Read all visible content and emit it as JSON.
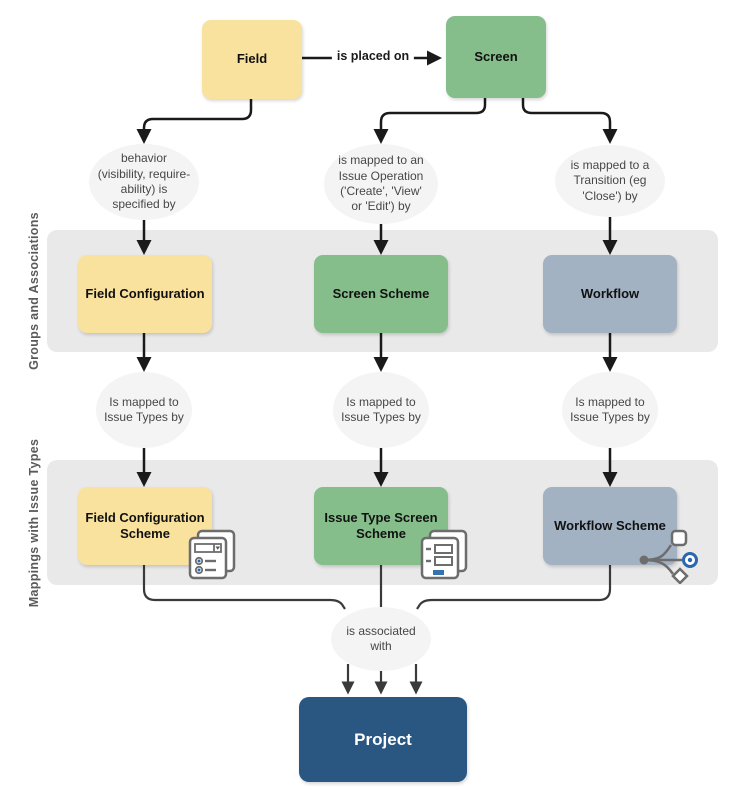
{
  "nodes": {
    "field": "Field",
    "screen": "Screen",
    "field_configuration": "Field Configuration",
    "screen_scheme": "Screen Scheme",
    "workflow": "Workflow",
    "field_configuration_scheme": "Field Configuration\nScheme",
    "issue_type_screen_scheme": "Issue Type Screen\nScheme",
    "workflow_scheme": "Workflow Scheme",
    "project": "Project"
  },
  "edge_labels": {
    "is_placed_on": "is placed on",
    "field_behavior": "behavior\n(visibility, require-\nability) is\nspecified by",
    "issue_operation": "is mapped to an\nIssue Operation\n('Create', 'View'\nor 'Edit') by",
    "transition": "is mapped to a\nTransition (eg\n'Close') by",
    "issue_types_field": "Is mapped to\nIssue Types by",
    "issue_types_screen": "Is mapped to\nIssue Types by",
    "issue_types_workflow": "Is mapped to\nIssue Types by",
    "associated_with": "is associated\nwith"
  },
  "bands": {
    "groups": "Groups and Associations",
    "mappings": "Mappings with Issue Types"
  },
  "icons": {
    "field_configuration_scheme": "form-fields-stack-icon",
    "issue_type_screen_scheme": "screen-forms-stack-icon",
    "workflow_scheme": "workflow-branch-icon"
  },
  "colors": {
    "field_yellow": "#F9E19E",
    "screen_green": "#85BE8A",
    "workflow_gray_blue": "#A2B2C3",
    "project_blue": "#2A5682",
    "band_gray": "#E9E9E9",
    "ellipse_gray": "#F4F4F4",
    "connector_black": "#1A1A1A",
    "connector_gray": "#3A3A3A",
    "icon_gray": "#6D6D6D",
    "icon_blue": "#2A67AD"
  }
}
